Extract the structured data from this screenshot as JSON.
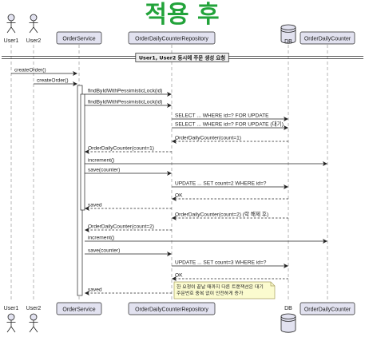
{
  "title": "적용 후",
  "colors": {
    "title": "#22a33a",
    "participant_fill": "#e2e2f0",
    "note_fill": "#fbfbcf",
    "note_border": "#a8a060"
  },
  "participants": [
    {
      "id": "user1",
      "label": "User1",
      "kind": "actor",
      "icon": "actor-icon"
    },
    {
      "id": "user2",
      "label": "User2",
      "kind": "actor",
      "icon": "actor-icon"
    },
    {
      "id": "svc",
      "label": "OrderService",
      "kind": "participant"
    },
    {
      "id": "repo",
      "label": "OrderDailyCounterRepository",
      "kind": "participant"
    },
    {
      "id": "db",
      "label": "DB",
      "kind": "database",
      "icon": "database-icon"
    },
    {
      "id": "counter",
      "label": "OrderDailyCounter",
      "kind": "participant"
    }
  ],
  "separator": "User1, User2 동시에 주문 생성 요청",
  "messages": [
    {
      "from": "user1",
      "to": "svc",
      "label": "createOrder()",
      "style": "solid"
    },
    {
      "from": "user2",
      "to": "svc",
      "label": "createOrder()",
      "style": "solid"
    },
    {
      "from": "svc",
      "to": "repo",
      "label": "findByIdWithPessimisticLock(id)",
      "style": "solid"
    },
    {
      "from": "svc",
      "to": "repo",
      "label": "findByIdWithPessimisticLock(id)",
      "style": "solid"
    },
    {
      "from": "repo",
      "to": "db",
      "label": "SELECT ... WHERE id=? FOR UPDATE",
      "style": "solid"
    },
    {
      "from": "repo",
      "to": "db",
      "label": "SELECT ... WHERE id=? FOR UPDATE (대기)",
      "style": "solid"
    },
    {
      "from": "db",
      "to": "repo",
      "label": "OrderDailyCounter(count=1)",
      "style": "dashed"
    },
    {
      "from": "repo",
      "to": "svc",
      "label": "OrderDailyCounter(count=1)",
      "style": "dashed"
    },
    {
      "from": "svc",
      "to": "counter",
      "label": "increment()",
      "style": "solid"
    },
    {
      "from": "svc",
      "to": "repo",
      "label": "save(counter)",
      "style": "solid"
    },
    {
      "from": "repo",
      "to": "db",
      "label": "UPDATE ... SET count=2 WHERE id=?",
      "style": "solid"
    },
    {
      "from": "db",
      "to": "repo",
      "label": "OK",
      "style": "dashed"
    },
    {
      "from": "repo",
      "to": "svc",
      "label": "saved",
      "style": "dashed"
    },
    {
      "from": "db",
      "to": "repo",
      "label": "OrderDailyCounter(count=2) (락 해제 후)",
      "style": "dashed"
    },
    {
      "from": "repo",
      "to": "svc",
      "label": "OrderDailyCounter(count=2)",
      "style": "dashed"
    },
    {
      "from": "svc",
      "to": "counter",
      "label": "increment()",
      "style": "solid"
    },
    {
      "from": "svc",
      "to": "repo",
      "label": "save(counter)",
      "style": "solid"
    },
    {
      "from": "repo",
      "to": "db",
      "label": "UPDATE ... SET count=3 WHERE id=?",
      "style": "solid"
    },
    {
      "from": "db",
      "to": "repo",
      "label": "OK",
      "style": "dashed"
    },
    {
      "from": "repo",
      "to": "svc",
      "label": "saved",
      "style": "dashed"
    }
  ],
  "note": {
    "lines": [
      "한 요청이 끝날 때까지 다른 트랜잭션은 대기",
      "주문번호 중복 없이 안전하게 증가"
    ],
    "over": "repo"
  }
}
